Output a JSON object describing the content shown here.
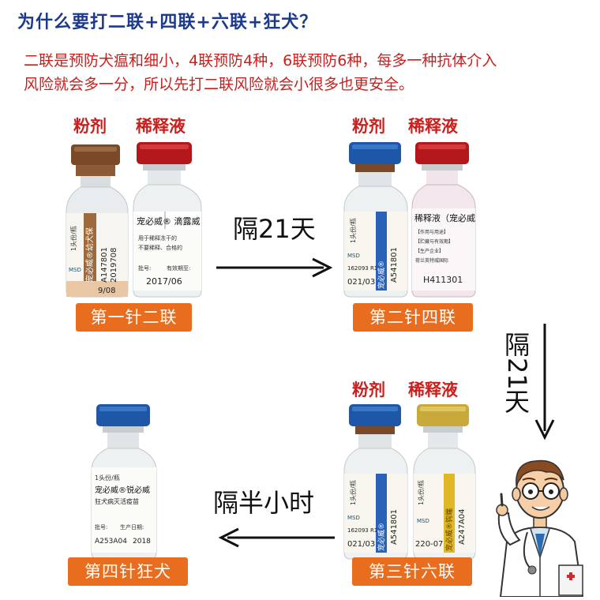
{
  "title": "为什么要打二联+四联+六联+狂犬？",
  "description": {
    "line1": "二联是预防犬瘟和细小，4联预防4种，6联预防6种，每多一种抗体介入",
    "line2": "风险就会多一分，所以先打二联风险就会小很多也更安全。"
  },
  "labels": {
    "powder": "粉剂",
    "diluent": "稀释液"
  },
  "intervals": {
    "first": "隔21天",
    "second_a": "隔",
    "second_b": "21",
    "second_c": "天",
    "third": "隔半小时"
  },
  "steps": [
    "第一针二联",
    "第二针四联",
    "第三针六联",
    "第四针狂犬"
  ],
  "vials": {
    "v1_powder": {
      "brand": "宠必威®幼犬保",
      "lot": "A147801",
      "date": "2019708",
      "exp": "9/08",
      "spec": "1头份/瓶",
      "maker": "MSD"
    },
    "v1_diluent": {
      "brand": "宠必威® 滴露威",
      "note1": "用于稀释冻干的",
      "note2": "不要稀释、合格的",
      "exp": "2017/06",
      "exp_label": "有效期至:",
      "lot_label": "批号:"
    },
    "v2_powder": {
      "brand": "宠必威®",
      "lot": "A541801",
      "code": "162093 R1",
      "exp": "021/03",
      "spec": "1头份/瓶",
      "maker": "MSD"
    },
    "v2_diluent": {
      "brand": "稀释液（宠必威",
      "line1": "【作用与用途】",
      "line2": "【贮藏与有效期】",
      "line3": "【生产企业】",
      "line4": "荷兰英特威国际",
      "lot": "H411301"
    },
    "v3_powder": {
      "brand": "宠必威®",
      "lot": "A541801",
      "code": "162093 R1",
      "exp": "021/03",
      "spec": "1头份/瓶",
      "maker": "MSD"
    },
    "v3_diluent": {
      "brand": "宠必威®钩端",
      "lot": "A247A04",
      "exp": "220-07",
      "spec": "1头份/瓶",
      "maker": "MSD"
    },
    "v4_rabies": {
      "brand": "宠必威®锐必威",
      "name": "狂犬病灭活疫苗",
      "spec": "1头份/瓶",
      "lot": "A253A04",
      "exp": "2018",
      "lot_label": "批号:",
      "exp_label": "生产日期:"
    }
  },
  "colors": {
    "title": "#1c3a8c",
    "red_text": "#c9201d",
    "orange_button": "#e86d1e",
    "cap_blue": "#1e56a8",
    "cap_red": "#b3161b",
    "cap_brown": "#7a4a28",
    "cap_gold": "#c9a93a"
  }
}
